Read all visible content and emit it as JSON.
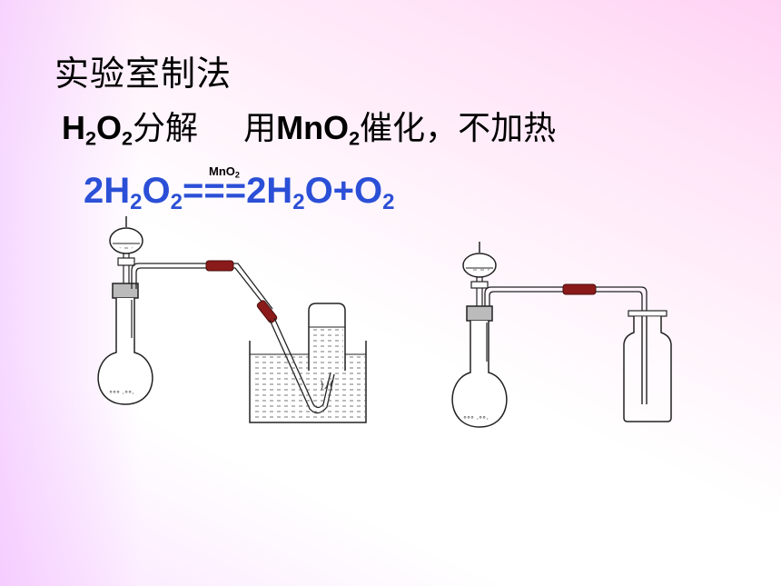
{
  "title": "实验室制法",
  "subtitle": {
    "reactant_symbol_1": "H",
    "reactant_sub_1": "2",
    "reactant_symbol_2": "O",
    "reactant_sub_2": "2",
    "decompose_text": "分解",
    "use_text": "用",
    "catalyst_symbol": "MnO",
    "catalyst_sub": "2",
    "catalyst_text": "催化，不加热"
  },
  "equation": {
    "part1": "2H",
    "sub1": "2",
    "part2": "O",
    "sub2": "2",
    "arrow": "===",
    "part3": "2H",
    "sub3": "2",
    "part4": "O+O",
    "sub4": "2",
    "condition_symbol": "MnO",
    "condition_sub": "2",
    "color": "#2b4fd6"
  },
  "colors": {
    "title": "#000000",
    "apparatus_line": "#222222",
    "rubber_tube": "#8b1a1a"
  }
}
